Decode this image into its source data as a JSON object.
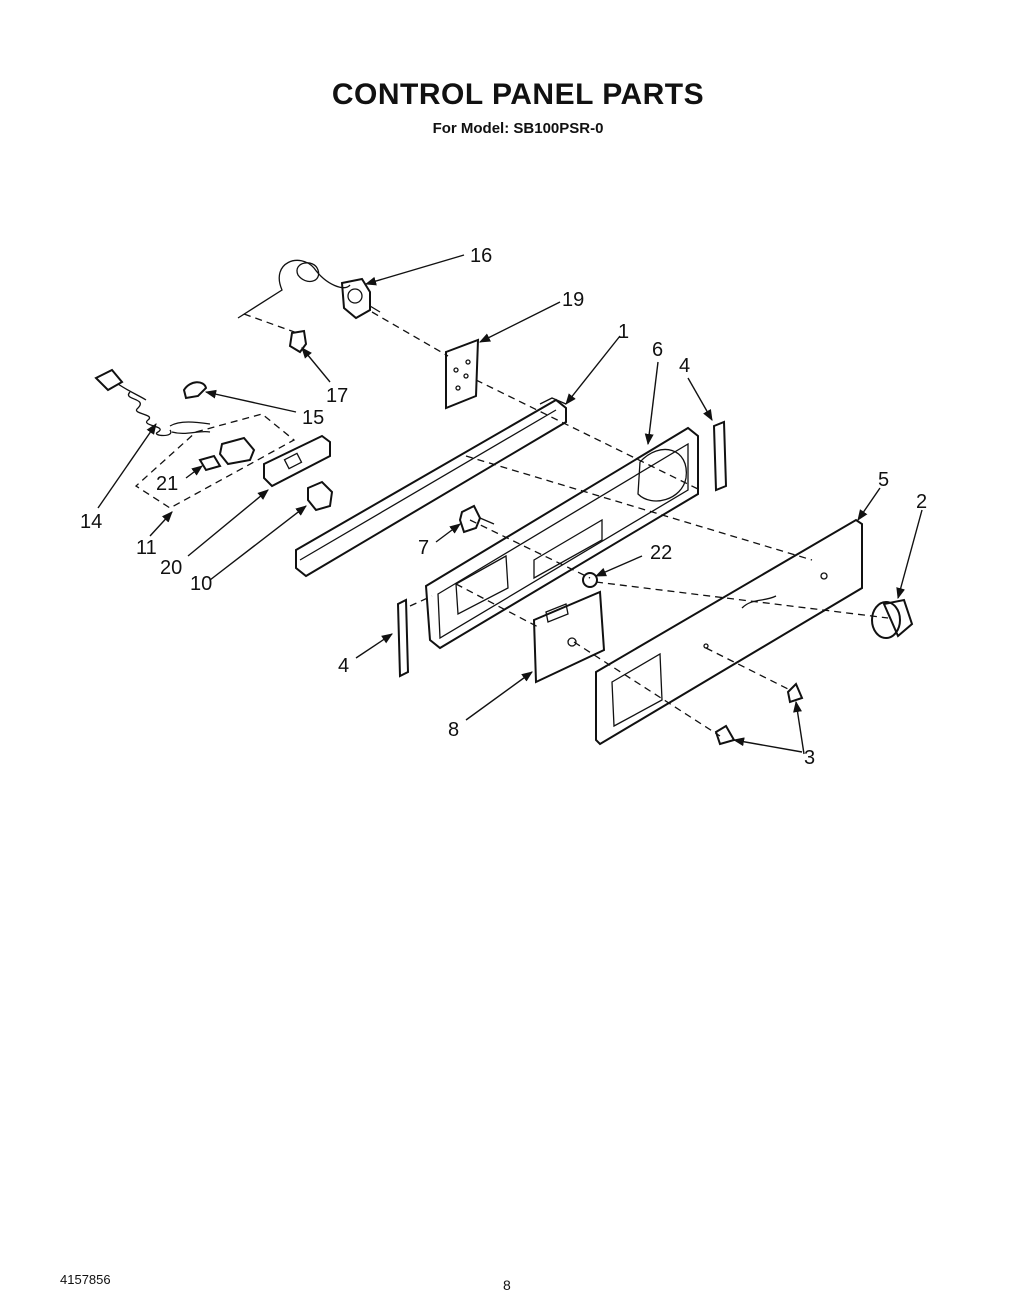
{
  "header": {
    "title": "CONTROL PANEL PARTS",
    "subtitle": "For Model: SB100PSR-0"
  },
  "footer": {
    "doc_number": "4157856",
    "page_number": "8"
  },
  "callouts": {
    "c16": "16",
    "c19": "19",
    "c1": "1",
    "c6": "6",
    "c4a": "4",
    "c17": "17",
    "c15": "15",
    "c14": "14",
    "c21": "21",
    "c11": "11",
    "c20": "20",
    "c10": "10",
    "c7": "7",
    "c22": "22",
    "c5": "5",
    "c2": "2",
    "c4b": "4",
    "c8": "8",
    "c3": "3"
  }
}
